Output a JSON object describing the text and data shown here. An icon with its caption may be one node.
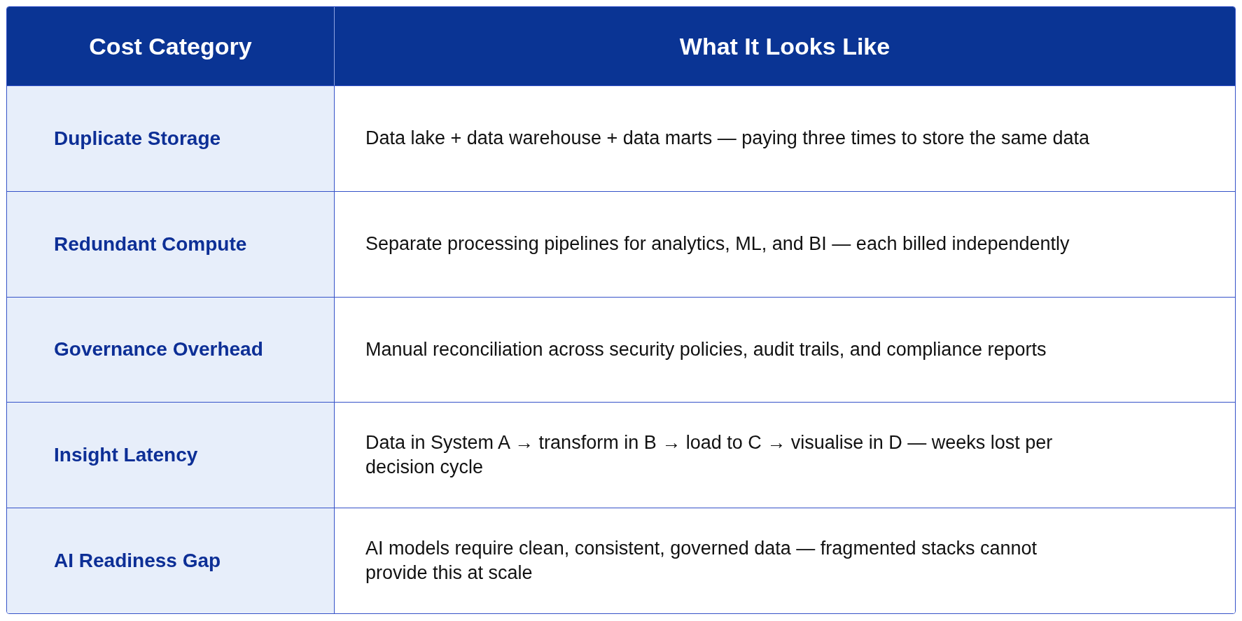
{
  "diagram": {
    "labels": [
      "Cost Category",
      "What It Looks Like",
      "Duplicate Storage",
      "Data lake + data warehouse + data marts — paying three times to store the same data",
      "Redundant Compute",
      "Separate processing pipelines for analytics, ML, and BI — each billed independently",
      "Governance Overhead",
      "Manual reconciliation across security policies, audit trails, and compliance reports",
      "Insight Latency",
      "Data in System A → transform in B → load to C → visualise in D — weeks lost per decision cycle",
      "AI Readiness Gap",
      "AI models require clean, consistent, governed data — fragmented stacks cannot provide this at scale"
    ]
  }
}
